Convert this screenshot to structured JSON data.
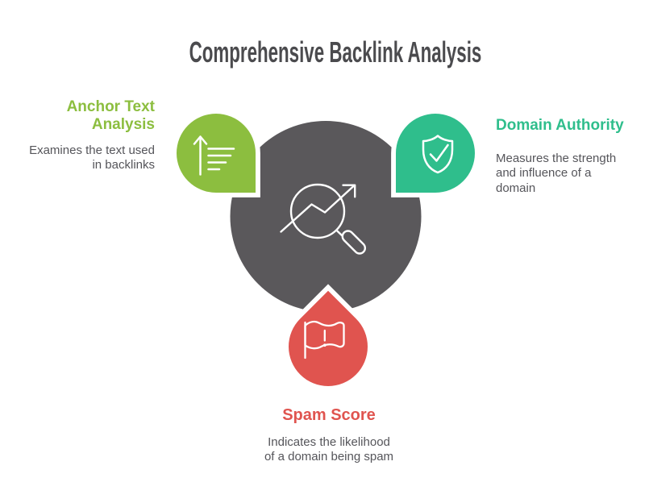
{
  "title": "Comprehensive Backlink Analysis",
  "center": {
    "color": "#5A585B",
    "icon": "magnifier-trend-icon"
  },
  "nodes": [
    {
      "id": "anchor-text-analysis",
      "label": "Anchor Text\nAnalysis",
      "description": "Examines the text used\nin backlinks",
      "color": "#8CBE3F",
      "icon": "sort-ascending-icon"
    },
    {
      "id": "domain-authority",
      "label": "Domain Authority",
      "description": "Measures the strength\nand influence of a\ndomain",
      "color": "#2FBE8C",
      "icon": "shield-check-icon"
    },
    {
      "id": "spam-score",
      "label": "Spam Score",
      "description": "Indicates the likelihood\nof a domain being spam",
      "color": "#E0544F",
      "icon": "flag-alert-icon"
    }
  ],
  "colors": {
    "background": "#FFFFFF",
    "title_text": "#4B4B4E",
    "body_text": "#55555A",
    "icon_stroke": "#FFFFFF"
  }
}
